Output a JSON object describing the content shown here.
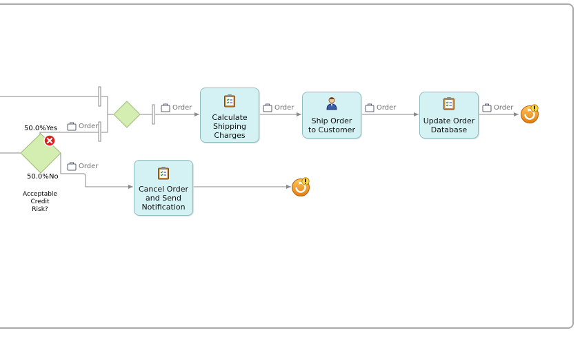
{
  "tasks": {
    "calc_shipping": "Calculate\nShipping\nCharges",
    "ship_order": "Ship Order\nto Customer",
    "update_db": "Update Order\nDatabase",
    "cancel_order": "Cancel Order\nand Send\nNotification"
  },
  "flows": {
    "order_yes": "Order",
    "order_no": "Order",
    "order_join": "Order",
    "order_calc": "Order",
    "order_ship": "Order",
    "order_update": "Order"
  },
  "gateway": {
    "caption": "Acceptable\nCredit\nRisk?",
    "yes_pct": "50.0%",
    "yes_label": "Yes",
    "no_pct": "50.0%",
    "no_label": "No"
  },
  "colors": {
    "task_fill": "#d4f1f3",
    "gateway_fill": "#d3eeb0",
    "end_event": "#f39a1e",
    "error_badge": "#e02020",
    "connector": "#8a8a8a"
  }
}
